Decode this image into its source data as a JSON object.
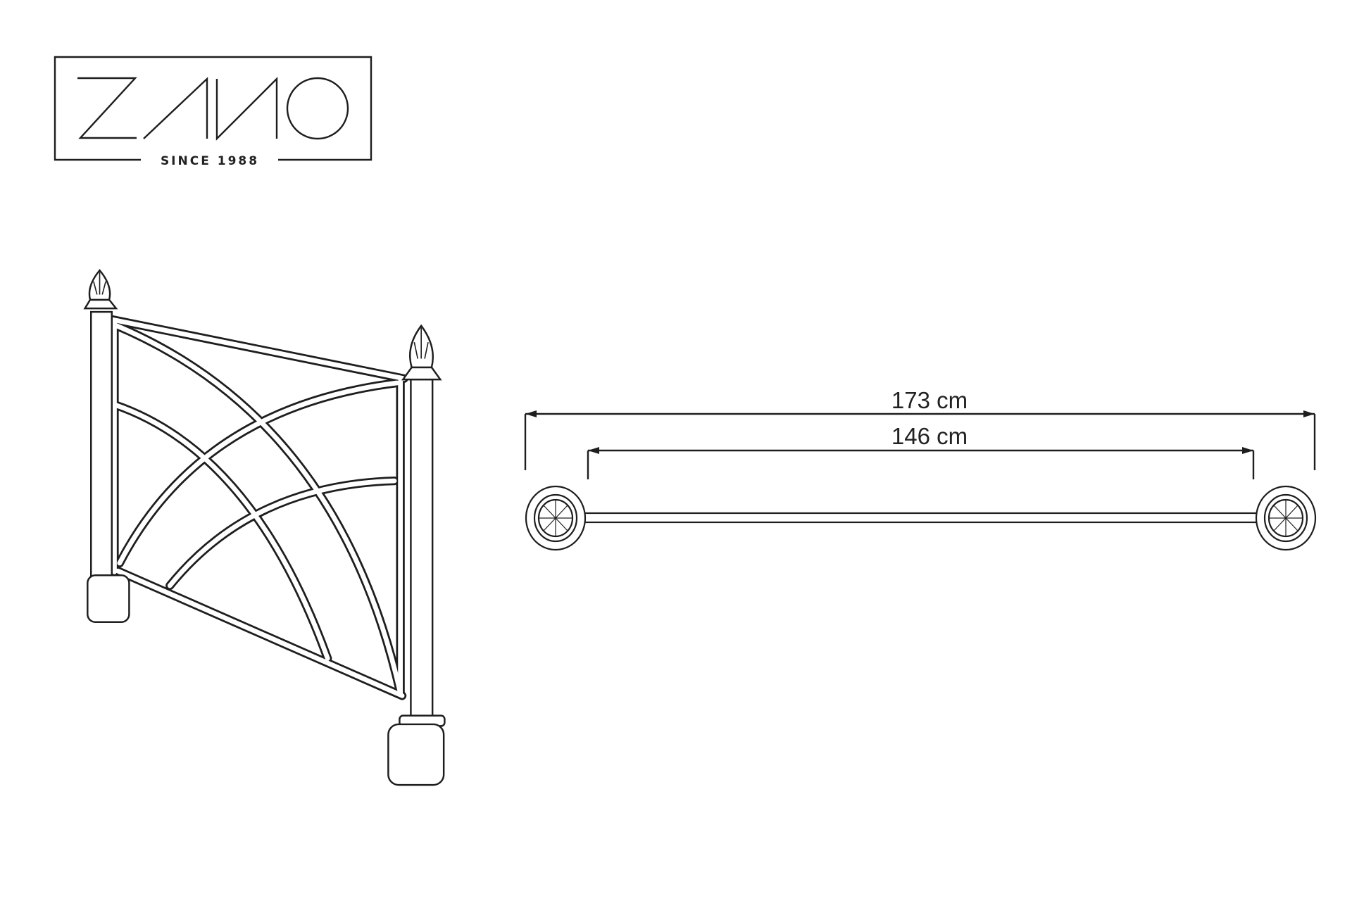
{
  "logo": {
    "brand": "ZANO",
    "tagline": "SINCE 1988"
  },
  "top_view": {
    "overall_width_label": "173 cm",
    "inner_width_label": "146 cm"
  },
  "colors": {
    "line": "#1e1e1e",
    "background": "#ffffff"
  }
}
